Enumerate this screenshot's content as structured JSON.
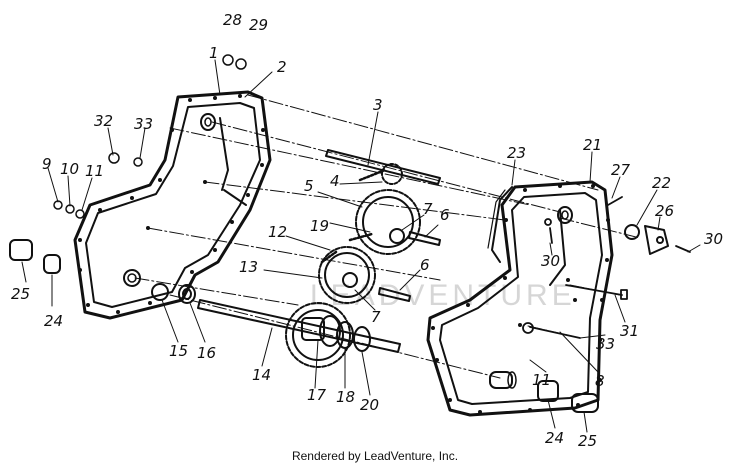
{
  "diagram": {
    "watermark": "LEADVENTURE",
    "footer": "Rendered by LeadVenture, Inc.",
    "callouts": [
      "28",
      "29",
      "1",
      "2",
      "3",
      "32",
      "33",
      "9",
      "10",
      "11",
      "23",
      "21",
      "27",
      "22",
      "26",
      "30",
      "5",
      "4",
      "7",
      "6",
      "19",
      "12",
      "13",
      "6",
      "7",
      "30",
      "25",
      "24",
      "15",
      "16",
      "14",
      "17",
      "18",
      "20",
      "31",
      "33",
      "8",
      "11",
      "24",
      "25"
    ]
  }
}
